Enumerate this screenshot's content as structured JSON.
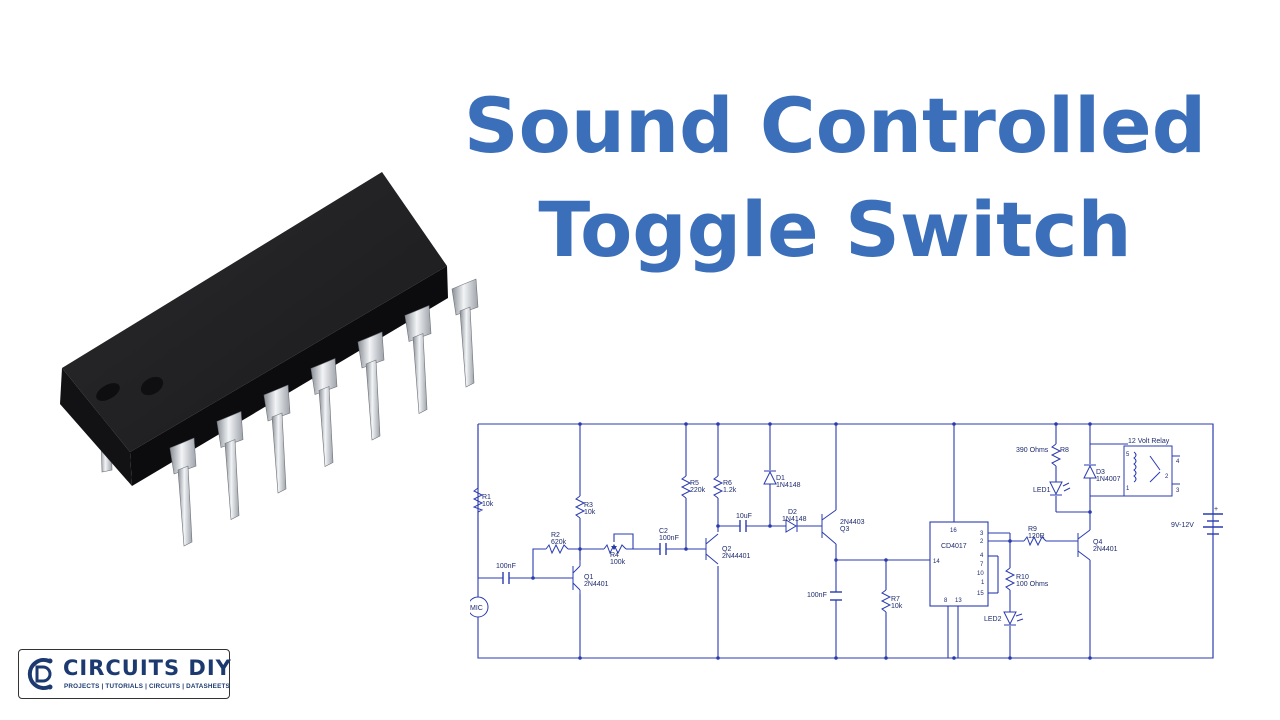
{
  "title": {
    "line1": "Sound Controlled",
    "line2": "Toggle Switch"
  },
  "colors": {
    "title": "#3b6fba",
    "wire": "#2a3bb0",
    "label": "#1e2b6e",
    "logo": "#1d3a70"
  },
  "chip_image": {
    "icon": "dip-ic-chip-icon",
    "pin_count": 14
  },
  "schematic": {
    "components": {
      "r1": "R1",
      "r1_val": "10k",
      "r2": "R2",
      "r2_val": "620k",
      "r3": "R3",
      "r3_val": "10k",
      "r4": "R4",
      "r4_val": "100k",
      "r5": "R5",
      "r5_val": "220k",
      "r6": "R6",
      "r6_val": "1.2k",
      "r7": "R7",
      "r7_val": "10k",
      "r8": "R8",
      "r8_val": "390 Ohms",
      "r9": "R9",
      "r9_val": "120R",
      "r10": "R10",
      "r10_val": "100 Ohms",
      "c1_val": "100nF",
      "c2": "C2",
      "c2_val": "100nF",
      "c3_val": "10uF",
      "c4_val": "100nF",
      "d1": "D1",
      "d1_val": "1N4148",
      "d2": "D2",
      "d2_val": "1N4148",
      "d3": "D3",
      "d3_val": "1N4007",
      "q1": "Q1",
      "q1_val": "2N4401",
      "q2": "Q2",
      "q2_val": "2N44401",
      "q3": "Q3",
      "q3_val": "2N4403",
      "q4": "Q4",
      "q4_val": "2N4401",
      "mic": "MIC",
      "ic": "CD4017",
      "led1": "LED1",
      "led2": "LED2",
      "relay": "12 Volt Relay",
      "battery": "9V-12V"
    },
    "ic_pins": {
      "p16": "16",
      "p14": "14",
      "p8": "8",
      "p13": "13",
      "p3": "3",
      "p2": "2",
      "p4": "4",
      "p7": "7",
      "p10": "10",
      "p1": "1",
      "p15": "15"
    },
    "relay_pins": {
      "a": "5",
      "b": "1",
      "c": "2",
      "d": "3",
      "e": "4"
    },
    "battery_plus": "+"
  },
  "logo": {
    "name": "CIRCUITS DIY",
    "tagline": "PROJECTS | TUTORIALS | CIRCUITS | DATASHEETS",
    "icon": "circuits-diy-logo-icon"
  }
}
